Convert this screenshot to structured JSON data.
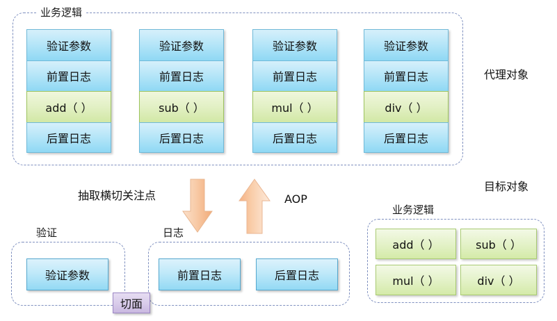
{
  "colors": {
    "dashed_border": "#7e8fbf",
    "blue_fill": "#a9e0f6",
    "green_fill": "#dcefb4",
    "arrow_orange": "#f4b183",
    "aspect_purple": "#d3c5e8",
    "text": "#111111"
  },
  "proxy_section": {
    "group_label": "业务逻辑",
    "side_label": "代理对象",
    "cards": [
      {
        "rows": [
          {
            "text": "验证参数",
            "kind": "blue"
          },
          {
            "text": "前置日志",
            "kind": "blue"
          },
          {
            "text": "add（ ）",
            "kind": "green"
          },
          {
            "text": "后置日志",
            "kind": "blue"
          }
        ]
      },
      {
        "rows": [
          {
            "text": "验证参数",
            "kind": "blue"
          },
          {
            "text": "前置日志",
            "kind": "blue"
          },
          {
            "text": "sub（ ）",
            "kind": "green"
          },
          {
            "text": "后置日志",
            "kind": "blue"
          }
        ]
      },
      {
        "rows": [
          {
            "text": "验证参数",
            "kind": "blue"
          },
          {
            "text": "前置日志",
            "kind": "blue"
          },
          {
            "text": "mul（ ）",
            "kind": "green"
          },
          {
            "text": "后置日志",
            "kind": "blue"
          }
        ]
      },
      {
        "rows": [
          {
            "text": "验证参数",
            "kind": "blue"
          },
          {
            "text": "前置日志",
            "kind": "blue"
          },
          {
            "text": "div（ ）",
            "kind": "green"
          },
          {
            "text": "后置日志",
            "kind": "blue"
          }
        ]
      }
    ]
  },
  "middle": {
    "down_arrow_label": "抽取横切关注点",
    "up_arrow_label": "AOP",
    "down_arrow_icon": "arrow-down-icon",
    "up_arrow_icon": "arrow-up-icon"
  },
  "aspect_section": {
    "validation_group_label": "验证",
    "validation_items": [
      "验证参数"
    ],
    "logging_group_label": "日志",
    "logging_items": [
      "前置日志",
      "后置日志"
    ],
    "aspect_badge": "切面"
  },
  "target_section": {
    "side_label": "目标对象",
    "group_label": "业务逻辑",
    "methods": [
      "add（ ）",
      "sub（ ）",
      "mul（ ）",
      "div（ ）"
    ]
  }
}
